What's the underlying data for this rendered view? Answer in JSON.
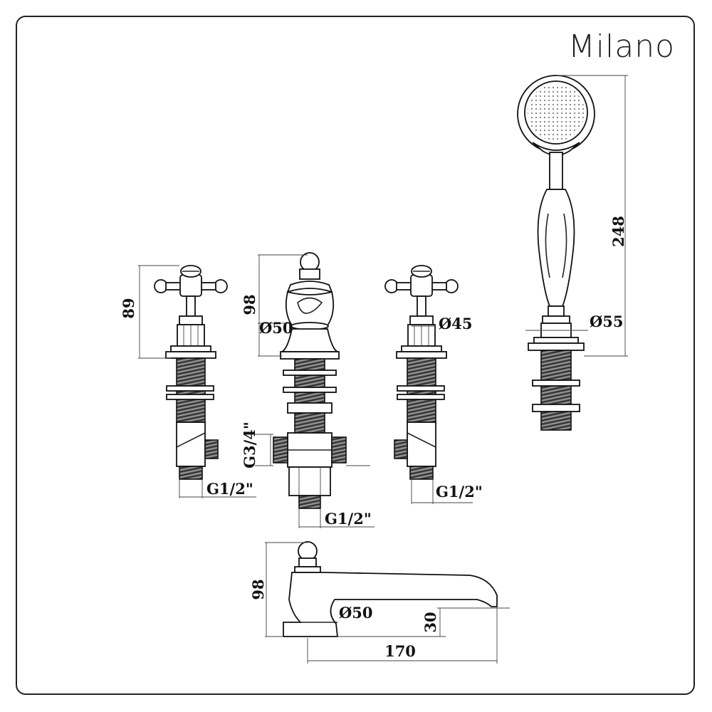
{
  "brand": "Milano",
  "dimensions": {
    "left_valve_height": "89",
    "left_valve_inlet": "G1/2\"",
    "center_height": "98",
    "center_diameter": "Ø50",
    "center_side_thread": "G3/4\"",
    "center_bottom_thread": "G1/2\"",
    "right_valve_diameter": "Ø45",
    "right_valve_inlet": "G1/2\"",
    "handshower_height": "248",
    "handshower_diameter": "Ø55",
    "spout_height": "98",
    "spout_diameter": "Ø50",
    "spout_outlet_height": "30",
    "spout_length": "170"
  }
}
